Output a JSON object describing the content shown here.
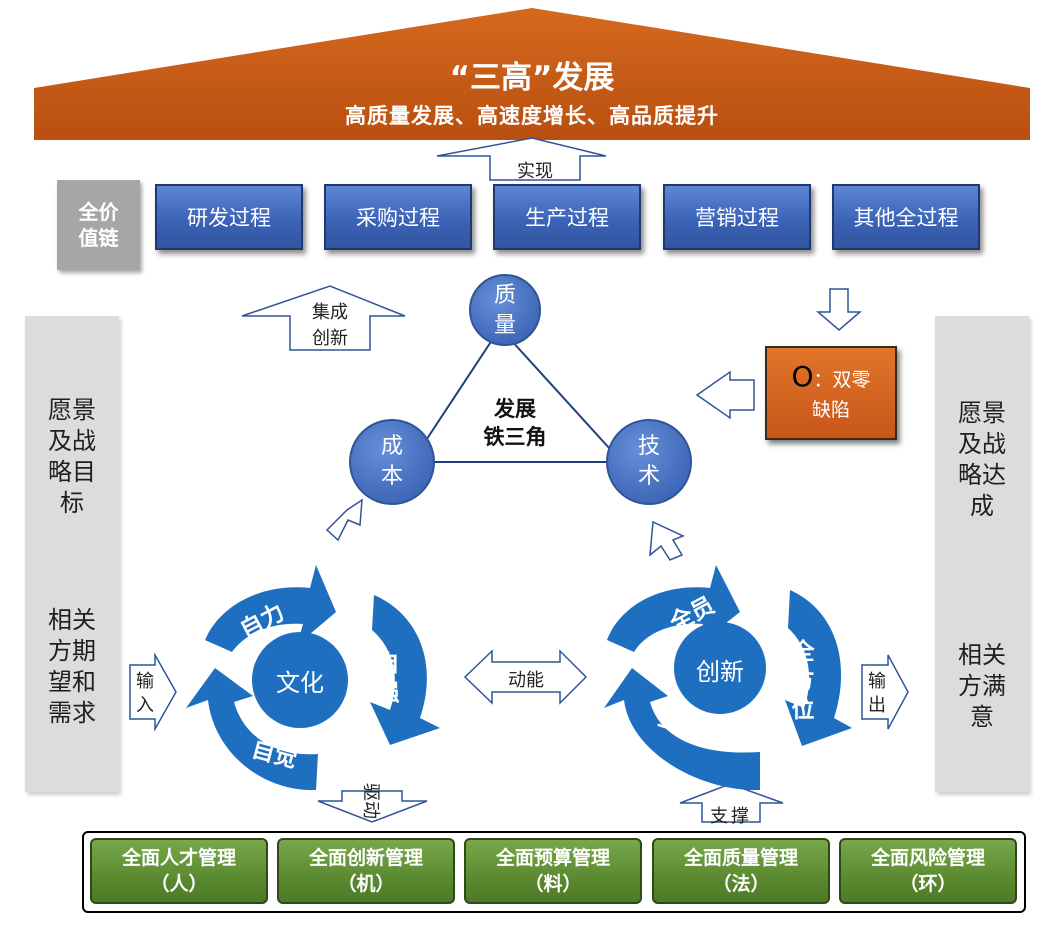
{
  "roof": {
    "title": "“三高”发展",
    "subtitle": "高质量发展、高速度增长、高品质提升",
    "color": "#c55a11"
  },
  "arrows": {
    "realize": "实现",
    "integrated_line1": "集成",
    "integrated_line2": "创新",
    "input_line1": "输",
    "input_line2": "入",
    "output_line1": "输",
    "output_line2": "出",
    "kinetic": "动能",
    "drive": "驱动",
    "support": "支撑"
  },
  "value_chain": {
    "label_line1": "全价",
    "label_line2": "值链",
    "processes": [
      "研发过程",
      "采购过程",
      "生产过程",
      "营销过程",
      "其他全过程"
    ],
    "color": "#4472c4"
  },
  "left_panel": {
    "top": [
      "愿景",
      "及战",
      "略目",
      "标"
    ],
    "bottom": [
      "相关",
      "方期",
      "望和",
      "需求"
    ]
  },
  "right_panel": {
    "top": [
      "愿景",
      "及战",
      "略达",
      "成"
    ],
    "bottom": [
      "相关",
      "方满",
      "意"
    ]
  },
  "triangle": {
    "center_line1": "发展",
    "center_line2": "铁三角",
    "quality": [
      "质",
      "量"
    ],
    "cost": [
      "成",
      "本"
    ],
    "tech": [
      "技",
      "术"
    ],
    "color": "#4472c4"
  },
  "defect": {
    "symbol": "O",
    "line1": "：双零",
    "line2": "缺陷",
    "color": "#c55a11"
  },
  "culture_cycle": {
    "center": "文化",
    "blades": [
      "自力",
      "自强",
      "自觉"
    ],
    "color": "#1f6fc0"
  },
  "innovation_cycle": {
    "center": "创新",
    "blades": [
      "全员",
      "全方位",
      "全角度"
    ],
    "color": "#1f6fc0"
  },
  "management": {
    "items": [
      {
        "name": "全面人才管理",
        "tag": "（人）"
      },
      {
        "name": "全面创新管理",
        "tag": "（机）"
      },
      {
        "name": "全面预算管理",
        "tag": "（料）"
      },
      {
        "name": "全面质量管理",
        "tag": "（法）"
      },
      {
        "name": "全面风险管理",
        "tag": "（环）"
      }
    ],
    "color": "#70ad47"
  }
}
